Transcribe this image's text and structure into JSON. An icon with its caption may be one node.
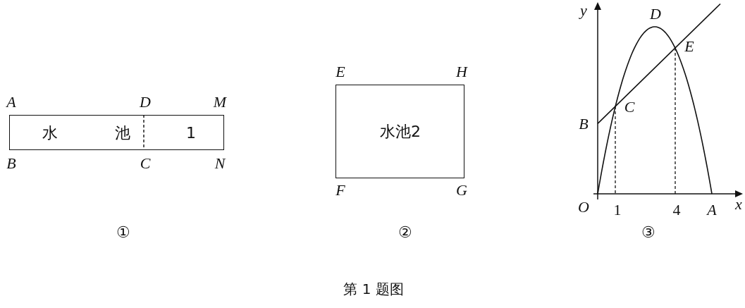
{
  "diagram": {
    "caption": "第 1 题图",
    "nodes": [
      {
        "text": [
          "水",
          "池",
          "1"
        ]
      },
      {
        "text": [
          "水池2"
        ]
      }
    ],
    "edges": [],
    "labels": [
      "A",
      "D",
      "M",
      "B",
      "C",
      "N",
      "①",
      "E",
      "H",
      "F",
      "G",
      "②",
      "y",
      "D",
      "E",
      "B",
      "C",
      "O",
      "1",
      "4",
      "A",
      "x",
      "③"
    ]
  }
}
